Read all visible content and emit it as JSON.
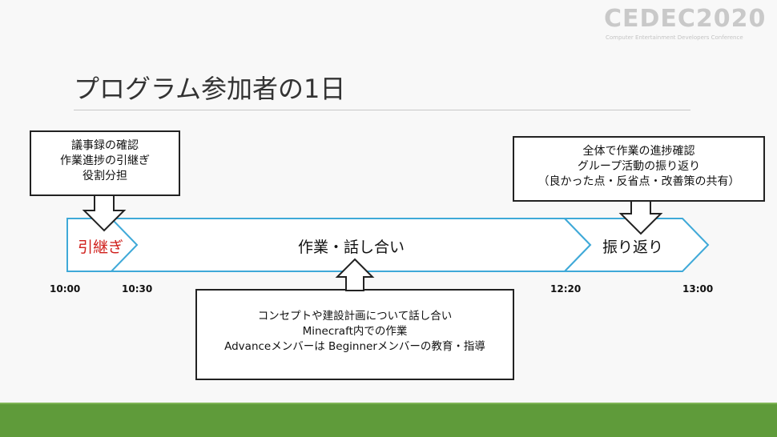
{
  "logo": {
    "text": "CEDEC2020",
    "subtitle": "Computer Entertainment Developers Conference"
  },
  "title": "プログラム参加者の1日",
  "colors": {
    "arrow_outline": "#3fa9d8",
    "accent_red": "#d0201c",
    "footer_green": "#5f9b3a"
  },
  "segments": [
    {
      "label": "引継ぎ"
    },
    {
      "label": "作業・話し合い"
    },
    {
      "label": "振り返り"
    }
  ],
  "times": [
    "10:00",
    "10:30",
    "12:20",
    "13:00"
  ],
  "callouts": {
    "handover": [
      "議事録の確認",
      "作業進捗の引継ぎ",
      "役割分担"
    ],
    "work": [
      "コンセプトや建設計画について話し合い",
      "Minecraft内での作業",
      "Advanceメンバーは Beginnerメンバーの教育・指導"
    ],
    "review": [
      "全体で作業の進捗確認",
      "グループ活動の振り返り",
      "（良かった点・反省点・改善策の共有）"
    ]
  }
}
